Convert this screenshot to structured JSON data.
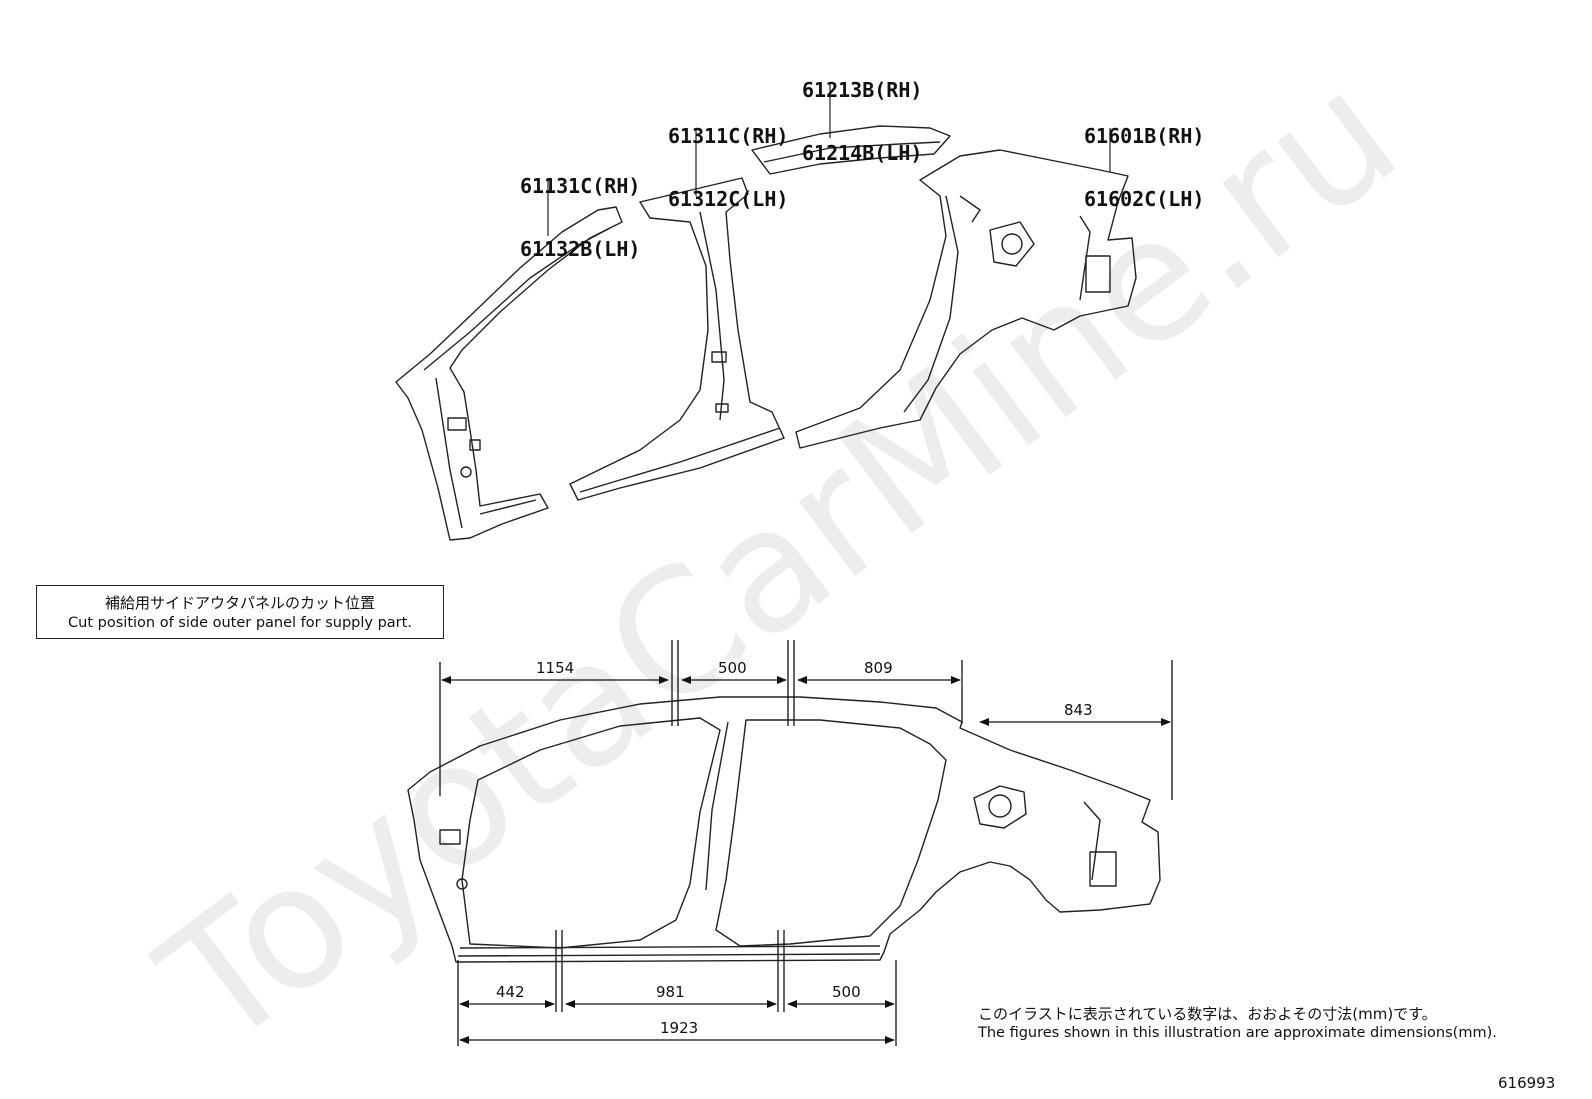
{
  "watermark": "ToyotaCarMine.ru",
  "callouts": [
    {
      "id": "callout-61131",
      "rh": "61131C(RH)",
      "lh": "61132B(LH)"
    },
    {
      "id": "callout-61311",
      "rh": "61311C(RH)",
      "lh": "61312C(LH)"
    },
    {
      "id": "callout-61213",
      "rh": "61213B(RH)",
      "lh": "61214B(LH)"
    },
    {
      "id": "callout-61601",
      "rh": "61601B(RH)",
      "lh": "61602C(LH)"
    }
  ],
  "legend": {
    "jp": "補給用サイドアウタパネルのカット位置",
    "en": "Cut position of side outer panel for supply part."
  },
  "dimensions": {
    "top": [
      "1154",
      "500",
      "809",
      "843"
    ],
    "bottom": [
      "442",
      "981",
      "500",
      "1923"
    ]
  },
  "note": {
    "jp": "このイラストに表示されている数字は、おおよその寸法(mm)です。",
    "en": "The figures shown in this illustration are approximate dimensions(mm)."
  },
  "figure_id": "616993"
}
